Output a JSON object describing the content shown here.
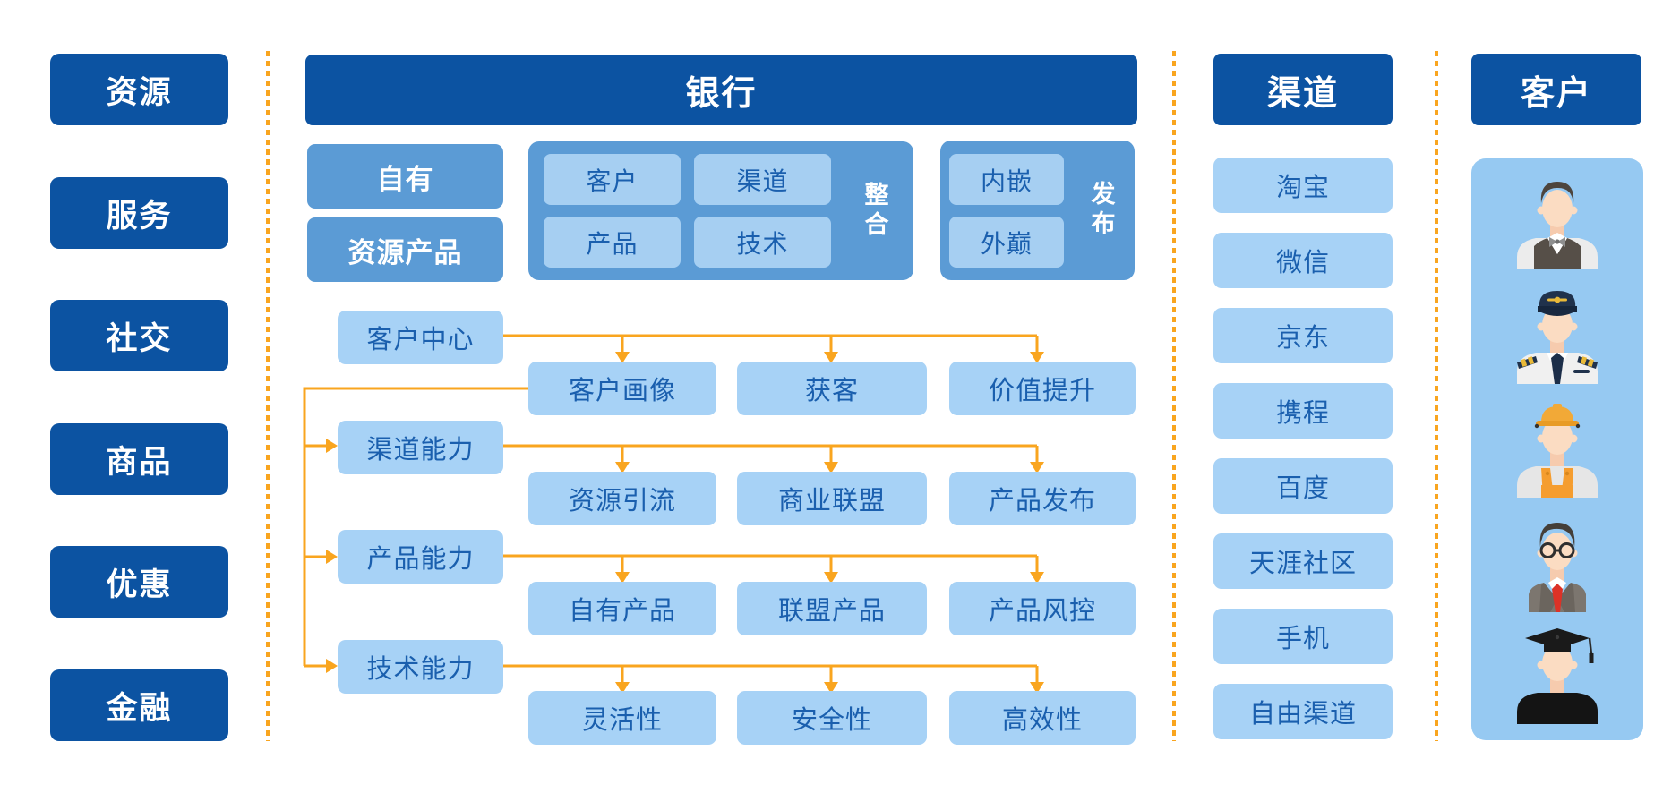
{
  "left_column": {
    "items": [
      "资源",
      "服务",
      "社交",
      "商品",
      "优惠",
      "金融"
    ]
  },
  "bank": {
    "title": "银行",
    "own_boxes": [
      "自有",
      "资源产品"
    ],
    "integration_group": {
      "label": "整合",
      "items": [
        "客户",
        "渠道",
        "产品",
        "技术"
      ]
    },
    "publish_group": {
      "label": "发布",
      "items": [
        "内嵌",
        "外巅"
      ]
    },
    "flow_rows": [
      {
        "source": "客户中心",
        "targets": [
          "客户画像",
          "获客",
          "价值提升"
        ]
      },
      {
        "source": "渠道能力",
        "targets": [
          "资源引流",
          "商业联盟",
          "产品发布"
        ]
      },
      {
        "source": "产品能力",
        "targets": [
          "自有产品",
          "联盟产品",
          "产品风控"
        ]
      },
      {
        "source": "技术能力",
        "targets": [
          "灵活性",
          "安全性",
          "高效性"
        ]
      }
    ]
  },
  "channels": {
    "title": "渠道",
    "items": [
      "淘宝",
      "微信",
      "京东",
      "携程",
      "百度",
      "天涯社区",
      "手机",
      "自由渠道"
    ]
  },
  "customers": {
    "title": "客户",
    "avatars": [
      "waiter",
      "pilot",
      "construction-worker",
      "businessman",
      "graduate"
    ]
  },
  "colors": {
    "header_blue": "#0C53A2",
    "medium_blue": "#5B9BD5",
    "inner_blue": "#A6CFF2",
    "light_blue": "#A7D2F6",
    "panel_blue": "#96C9F2",
    "text_blue": "#1A5FAE",
    "accent_orange": "#F9A51F"
  }
}
